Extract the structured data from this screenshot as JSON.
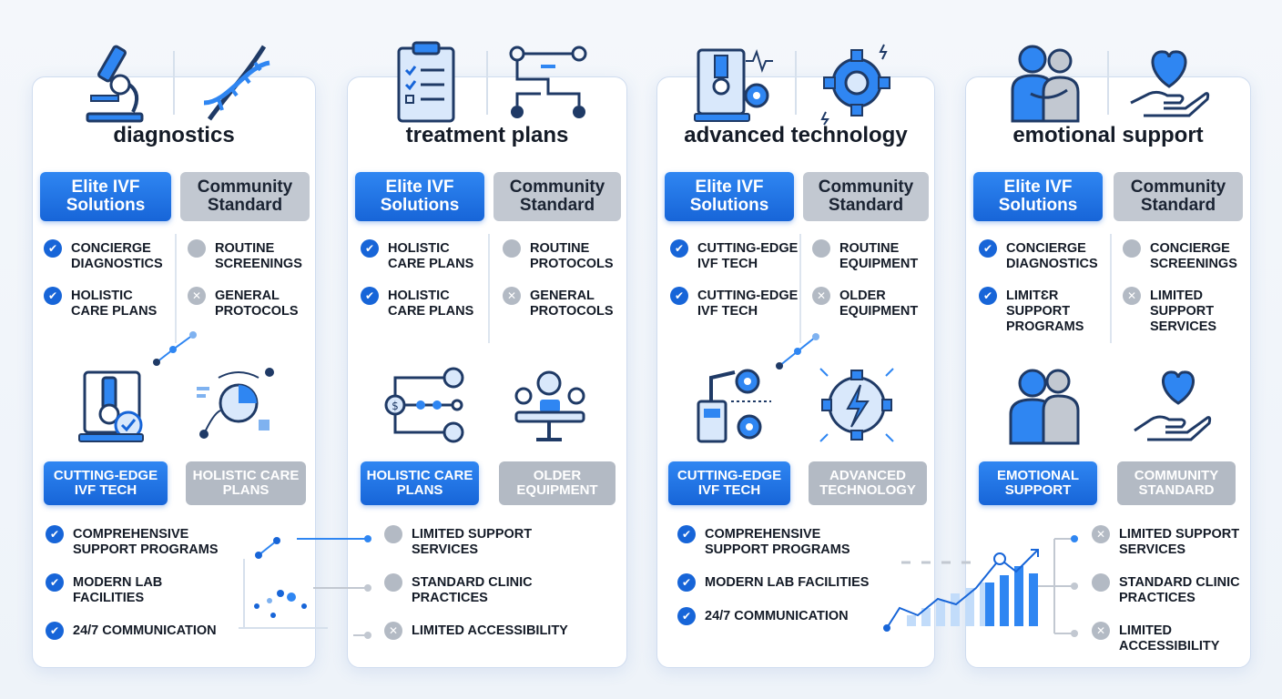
{
  "columns": [
    {
      "title": "diagnostics",
      "icons": [
        "microscope-icon",
        "dna-icon"
      ],
      "mid_icons": [
        "lab-microscope-icon",
        "data-analysis-icon"
      ],
      "elite_label": "Elite IVF Solutions",
      "community_label": "Community Standard",
      "elite_items": [
        {
          "text": "CONCIERGE DIAGNOSTICS",
          "mark": "check"
        },
        {
          "text": "HOLISTIC CARE PLANS",
          "mark": "check"
        }
      ],
      "community_items": [
        {
          "text": "ROUTINE SCREENINGS",
          "mark": "dot"
        },
        {
          "text": "GENERAL PROTOCOLS",
          "mark": "cross"
        }
      ],
      "sub_left": "CUTTING-EDGE IVF TECH",
      "sub_right": "HOLISTIC CARE PLANS",
      "bottom_items": [
        {
          "text": "COMPREHENSIVE SUPPORT PROGRAMS",
          "mark": "check"
        },
        {
          "text": "MODERN LAB FACILITIES",
          "mark": "check"
        },
        {
          "text": "24/7 COMMUNICATION",
          "mark": "check"
        }
      ]
    },
    {
      "title": "treatment plans",
      "icons": [
        "clipboard-icon",
        "flowchart-icon"
      ],
      "mid_icons": [
        "treatment-path-icon",
        "patient-bed-icon"
      ],
      "elite_label": "Elite IVF Solutions",
      "community_label": "Community Standard",
      "elite_items": [
        {
          "text": "HOLISTIC CARE PLANS",
          "mark": "check"
        },
        {
          "text": "HOLISTIC CARE PLANS",
          "mark": "check"
        }
      ],
      "community_items": [
        {
          "text": "ROUTINE PROTOCOLS",
          "mark": "dot"
        },
        {
          "text": "GENERAL PROTOCOLS",
          "mark": "cross"
        }
      ],
      "sub_left": "HOLISTIC CARE PLANS",
      "sub_right": "OLDER EQUIPMENT",
      "bottom_items": [
        {
          "text": "LIMITED SUPPORT SERVICES",
          "mark": "dot"
        },
        {
          "text": "STANDARD CLINIC PRACTICES",
          "mark": "dot"
        },
        {
          "text": "LIMITED ACCESSIBILITY",
          "mark": "cross"
        }
      ]
    },
    {
      "title": "advanced technology",
      "icons": [
        "lab-machine-icon",
        "gear-icon"
      ],
      "mid_icons": [
        "robotic-arm-icon",
        "power-gear-icon"
      ],
      "elite_label": "Elite IVF Solutions",
      "community_label": "Community Standard",
      "elite_items": [
        {
          "text": "CUTTING-EDGE IVF TECH",
          "mark": "check"
        },
        {
          "text": "CUTTING-EDGE IVF TECH",
          "mark": "check"
        }
      ],
      "community_items": [
        {
          "text": "ROUTINE EQUIPMENT",
          "mark": "dot"
        },
        {
          "text": "OLDER EQUIPMENT",
          "mark": "cross"
        }
      ],
      "sub_left": "CUTTING-EDGE IVF TECH",
      "sub_right": "ADVANCED TECHNOLOGY",
      "bottom_items": [
        {
          "text": "COMPREHENSIVE SUPPORT PROGRAMS",
          "mark": "check"
        },
        {
          "text": "MODERN LAB FACILITIES",
          "mark": "check"
        },
        {
          "text": "24/7 COMMUNICATION",
          "mark": "check"
        }
      ]
    },
    {
      "title": "emotional support",
      "icons": [
        "hug-icon",
        "heart-hand-icon"
      ],
      "mid_icons": [
        "hug-icon",
        "heart-hand-icon"
      ],
      "elite_label": "Elite IVF Solutions",
      "community_label": "Community Standard",
      "elite_items": [
        {
          "text": "CONCIERGE DIAGNOSTICS",
          "mark": "check"
        },
        {
          "text": "LIMITƐR SUPPORT PROGRAMS",
          "mark": "check"
        }
      ],
      "community_items": [
        {
          "text": "CONCIERGE SCREENINGS",
          "mark": "dot"
        },
        {
          "text": "LIMITED SUPPORT SERVICES",
          "mark": "cross"
        }
      ],
      "sub_left": "EMOTIONAL SUPPORT",
      "sub_right": "COMMUNITY STANDARD",
      "bottom_items": [
        {
          "text": "LIMITED SUPPORT SERVICES",
          "mark": "cross"
        },
        {
          "text": "STANDARD CLINIC PRACTICES",
          "mark": "dot"
        },
        {
          "text": "LIMITED ACCESSIBILITY",
          "mark": "cross"
        }
      ]
    }
  ],
  "colors": {
    "accent_blue": "#1765d8",
    "gray_pill": "#c2c8d1",
    "icon_blue": "#2f86f2",
    "icon_navy": "#1f3a66"
  }
}
